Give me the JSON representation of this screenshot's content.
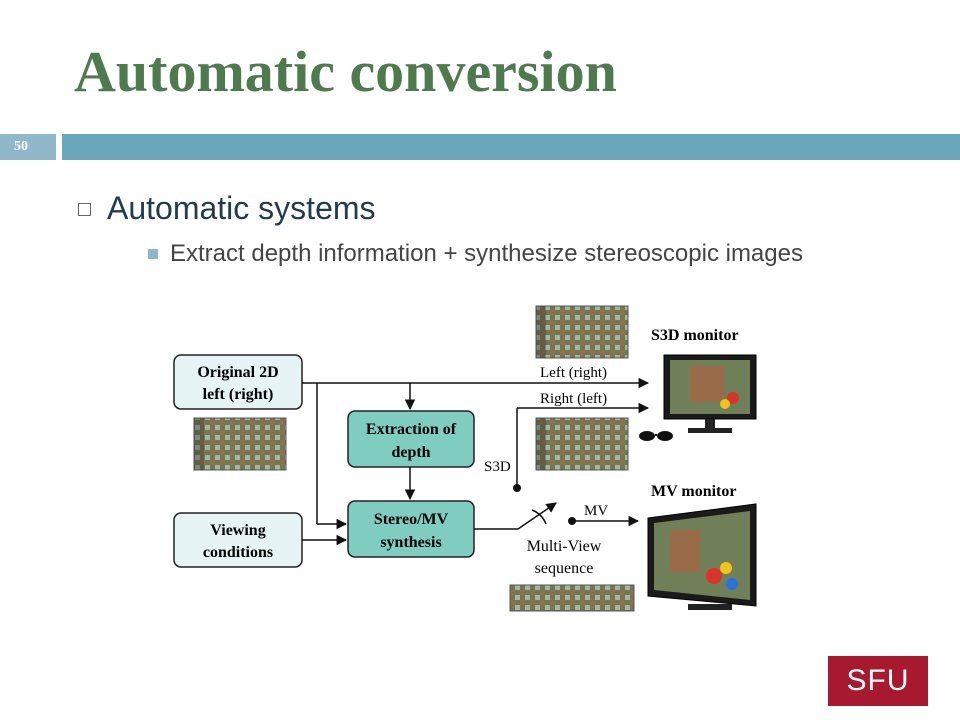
{
  "slide": {
    "title": "Automatic conversion",
    "number": "50",
    "bullet_l1": "Automatic systems",
    "bullet_l2": "Extract depth information + synthesize stereoscopic images"
  },
  "diagram": {
    "box_original": [
      "Original 2D",
      "left (right)"
    ],
    "box_viewing": [
      "Viewing",
      "conditions"
    ],
    "box_extraction": [
      "Extraction of",
      "depth"
    ],
    "box_synthesis": [
      "Stereo/MV",
      "synthesis"
    ],
    "label_left_right": "Left (right)",
    "label_right_left": "Right (left)",
    "label_s3d": "S3D",
    "label_mv": "MV",
    "label_multiview": [
      "Multi-View",
      "sequence"
    ],
    "label_s3d_monitor": "S3D monitor",
    "label_mv_monitor": "MV monitor"
  },
  "logo": {
    "text": "SFU"
  },
  "colors": {
    "title": "#4e7b4e",
    "bar": "#6aa7bd",
    "bar_number": "#8fb9ca",
    "box_light": "#e6f4f6",
    "box_teal": "#7fcdc1",
    "logo": "#a6192e"
  }
}
